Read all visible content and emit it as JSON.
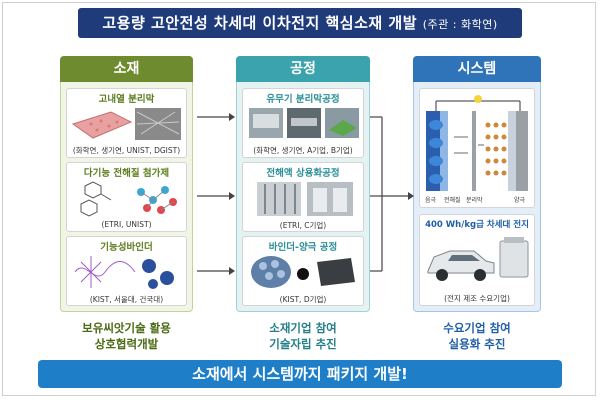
{
  "title": {
    "main": "고용량 고안전성 차세대 이차전지 핵심소재 개발",
    "sub": "(주관 : 화학연)"
  },
  "columns": [
    {
      "header": "소재",
      "color": "#6f8b2f",
      "cards": [
        {
          "title": "고내열 분리막",
          "caption": "(화학연, 생기연, UNIST, DGIST)"
        },
        {
          "title": "다기능 전해질 첨가제",
          "caption": "(ETRI, UNIST)"
        },
        {
          "title": "기능성바인더",
          "caption": "(KIST, 서울대, 건국대)"
        }
      ],
      "footer": [
        "보유씨앗기술 활용",
        "상호협력개발"
      ]
    },
    {
      "header": "공정",
      "color": "#3ba3ad",
      "cards": [
        {
          "title": "유무기 분리막공정",
          "caption": "(화학연, 생기연, A기업, B기업)"
        },
        {
          "title": "전해액 상용화공정",
          "caption": "(ETRI, C기업)"
        },
        {
          "title": "바인더-양극 공정",
          "caption": "(KIST, D기업)"
        }
      ],
      "footer": [
        "소재기업 참여",
        "기술자립 추진"
      ]
    },
    {
      "header": "시스템",
      "color": "#2f74b9",
      "cards": [
        {
          "title": "",
          "caption": ""
        },
        {
          "title": "400 Wh/kg급 차세대 전지",
          "caption": "(전지 제조 수요기업)"
        }
      ],
      "footer": [
        "수요기업 참여",
        "실용화 추진"
      ]
    }
  ],
  "battery_labels": {
    "anode": "음극",
    "electrolyte": "전해질",
    "separator": "분리막",
    "cathode": "양극"
  },
  "bottom_banner": "소재에서 시스템까지 패키지 개발!",
  "colors": {
    "title_bg": "#1f3b7a",
    "banner_bg": "#1e7fc8"
  }
}
